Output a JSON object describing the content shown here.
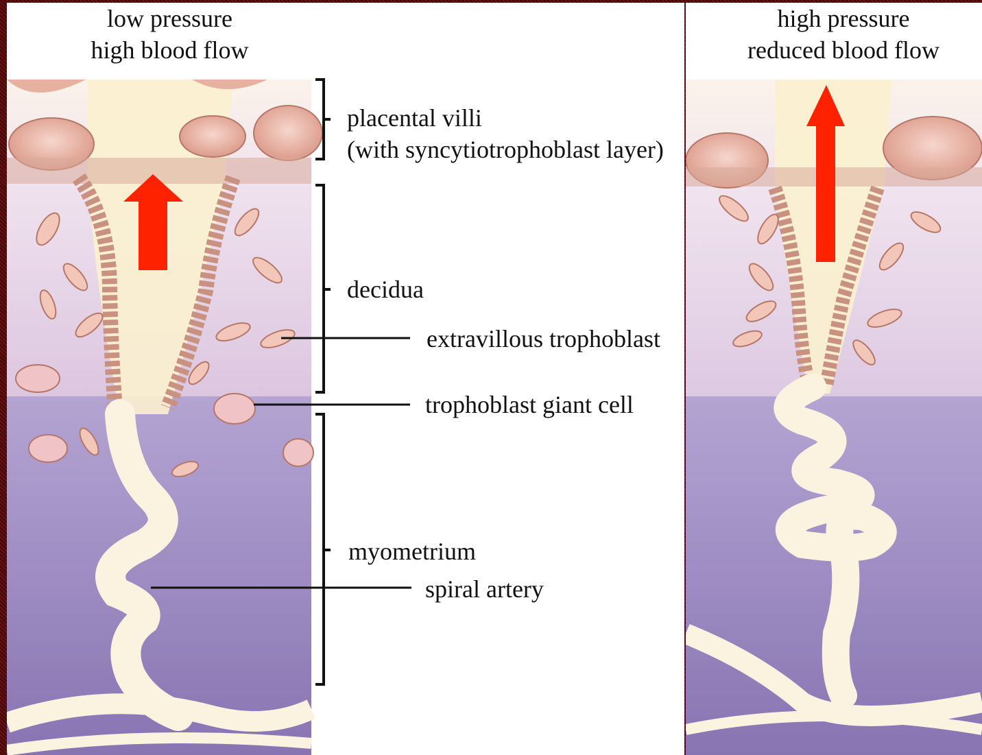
{
  "left_title": {
    "line1": "low pressure",
    "line2": "high blood flow"
  },
  "right_title": {
    "line1": "high pressure",
    "line2": "reduced blood flow"
  },
  "labels": {
    "placental_villi": "placental villi",
    "syncytio": "(with syncytiotrophoblast layer)",
    "decidua": "decidua",
    "extravillous": "extravillous trophoblast",
    "giant_cell": "trophoblast giant cell",
    "myometrium": "myometrium",
    "spiral_artery": "spiral artery"
  },
  "colors": {
    "arrow": "#ff2200",
    "artery": "#fbf3df",
    "artery_outline": "#a07a6a",
    "myometrium_top": "#a393c4",
    "myometrium_bottom": "#8a78b3",
    "decidua_top": "#f3e7f0",
    "decidua_bottom": "#ddc9e2",
    "villi": "#e7a898",
    "trophoblast": "#f2c6b8",
    "frame": "#5a0f0f"
  }
}
